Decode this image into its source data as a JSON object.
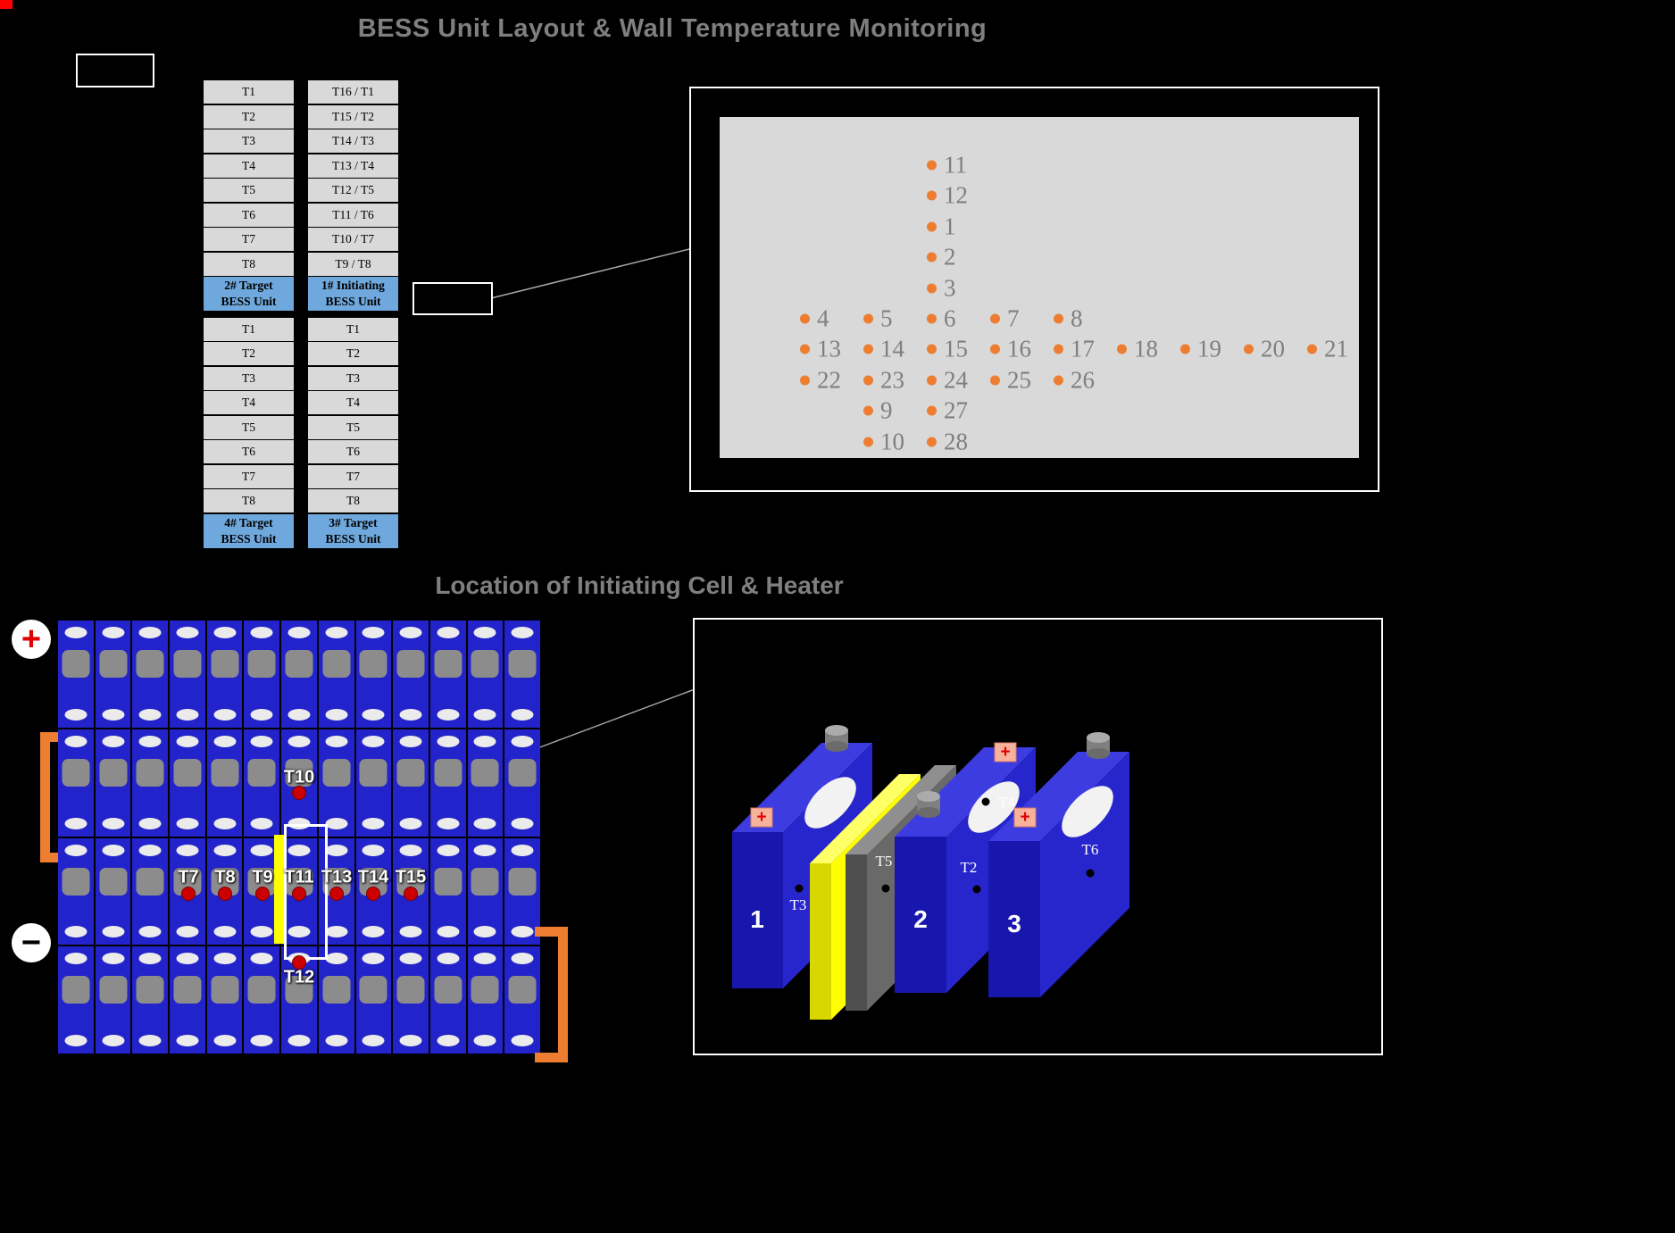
{
  "page": {
    "title_top": "BESS Unit Layout & Wall Temperature Monitoring",
    "title_bottom": "Location of Initiating Cell & Heater"
  },
  "colors": {
    "background": "#000000",
    "title_gray": "#7f7f7f",
    "table_row_bg": "#d9d9d9",
    "table_header_blue": "#6fa8dc",
    "panel_border": "#ffffff",
    "wall_surface": "#d9d9d9",
    "sensor_dot_orange": "#ED7D31",
    "number_gray": "#7f7f7f",
    "pack_cell_blue": "#2323cb",
    "sensor_dot_red": "#cc0000",
    "heater_yellow": "#ffff00",
    "busbar_orange": "#ED7D31",
    "cell_3d_blue": "#2626cc"
  },
  "bess_tables": {
    "left": {
      "top_rows": [
        "T1",
        "T2",
        "T3",
        "T4",
        "T5",
        "T6",
        "T7",
        "T8"
      ],
      "top_header": [
        "2# Target",
        "BESS Unit"
      ],
      "bottom_rows": [
        "T1",
        "T2",
        "T3",
        "T4",
        "T5",
        "T6",
        "T7",
        "T8"
      ],
      "bottom_header": [
        "4# Target",
        "BESS Unit"
      ]
    },
    "right": {
      "top_rows": [
        "T16 / T1",
        "T15 / T2",
        "T14 / T3",
        "T13 / T4",
        "T12 / T5",
        "T11 / T6",
        "T10 / T7",
        "T9 / T8"
      ],
      "top_header": [
        "1# Initiating",
        "BESS Unit"
      ],
      "bottom_rows": [
        "T1",
        "T2",
        "T3",
        "T4",
        "T5",
        "T6",
        "T7",
        "T8"
      ],
      "bottom_header": [
        "3# Target",
        "BESS Unit"
      ]
    }
  },
  "wall_points": [
    {
      "label": "11",
      "col": 2,
      "row": 0
    },
    {
      "label": "12",
      "col": 2,
      "row": 1
    },
    {
      "label": "1",
      "col": 2,
      "row": 2
    },
    {
      "label": "2",
      "col": 2,
      "row": 3
    },
    {
      "label": "3",
      "col": 2,
      "row": 4
    },
    {
      "label": "4",
      "col": 0,
      "row": 5
    },
    {
      "label": "5",
      "col": 1,
      "row": 5
    },
    {
      "label": "6",
      "col": 2,
      "row": 5
    },
    {
      "label": "7",
      "col": 3,
      "row": 5
    },
    {
      "label": "8",
      "col": 4,
      "row": 5
    },
    {
      "label": "13",
      "col": 0,
      "row": 6
    },
    {
      "label": "14",
      "col": 1,
      "row": 6
    },
    {
      "label": "15",
      "col": 2,
      "row": 6
    },
    {
      "label": "16",
      "col": 3,
      "row": 6
    },
    {
      "label": "17",
      "col": 4,
      "row": 6
    },
    {
      "label": "18",
      "col": 5,
      "row": 6
    },
    {
      "label": "19",
      "col": 6,
      "row": 6
    },
    {
      "label": "20",
      "col": 7,
      "row": 6
    },
    {
      "label": "21",
      "col": 8,
      "row": 6
    },
    {
      "label": "22",
      "col": 0,
      "row": 7
    },
    {
      "label": "23",
      "col": 1,
      "row": 7
    },
    {
      "label": "24",
      "col": 2,
      "row": 7
    },
    {
      "label": "25",
      "col": 3,
      "row": 7
    },
    {
      "label": "26",
      "col": 4,
      "row": 7
    },
    {
      "label": "9",
      "col": 1,
      "row": 8
    },
    {
      "label": "27",
      "col": 2,
      "row": 8
    },
    {
      "label": "10",
      "col": 1,
      "row": 9
    },
    {
      "label": "28",
      "col": 2,
      "row": 9
    }
  ],
  "pack": {
    "rows": 4,
    "cols": 13,
    "plus_label": "+",
    "minus_label": "−",
    "sensor_row_labels": [
      "T7",
      "T8",
      "T9",
      "T11",
      "T13",
      "T14",
      "T15"
    ],
    "sensor_top": "T10",
    "sensor_bottom": "T12"
  },
  "cell_detail": {
    "cell_labels": [
      "1",
      "2",
      "3"
    ],
    "sensor_labels": {
      "t2": "T2",
      "t3": "T3",
      "t4": "T4",
      "t5": "T5",
      "t6": "T6"
    },
    "plus": "+"
  }
}
